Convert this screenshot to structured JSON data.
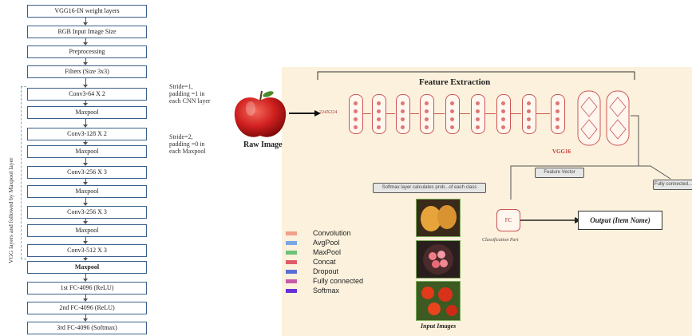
{
  "vgg": {
    "boxes": [
      "VGG16-IN weight layers",
      "RGB Input Image Size",
      "Preprocessing",
      "Filters (Size 3x3)",
      "Conv3-64 X 2",
      "Maxpool",
      "Conv3-128 X 2",
      "Maxpool",
      "Conv3-256 X 3",
      "Maxpool",
      "Conv3-256 X 3",
      "Maxpool",
      "Conv3-512 X 3",
      "Maxpool",
      "1st FC-4096 (ReLU)",
      "2nd FC-4096 (ReLU)",
      "3rd FC-4096 (Softmax)"
    ],
    "side_label": "VGG layers and followed by Maxpool layer",
    "note_conv": "Stride=1,\npadding =1 in\neach CNN layer",
    "note_pool": "Stride=2,\npadding =0 in\neach Maxpool"
  },
  "diagram": {
    "title": "Feature Extraction",
    "raw_label": "Raw Image",
    "vgg_tag": "VGG16",
    "feature_vector": "Feature Vector",
    "classifier_label": "Classification Part",
    "classifier_node": "FC",
    "output_label": "Output (Item Name)",
    "callout_left": "Softmax layer calculates prob...of each class",
    "callout_right": "Fully connected...",
    "input_images_label": "Input Images",
    "input_tag": "224X224"
  },
  "legend": [
    {
      "label": "Convolution",
      "color": "#f0a08a"
    },
    {
      "label": "AvgPool",
      "color": "#7aa6e6"
    },
    {
      "label": "MaxPool",
      "color": "#6cc27a"
    },
    {
      "label": "Concat",
      "color": "#e05c6a"
    },
    {
      "label": "Dropout",
      "color": "#5a6fd6"
    },
    {
      "label": "Fully connected",
      "color": "#c85aa8"
    },
    {
      "label": "Softmax",
      "color": "#6a2fd8"
    }
  ]
}
